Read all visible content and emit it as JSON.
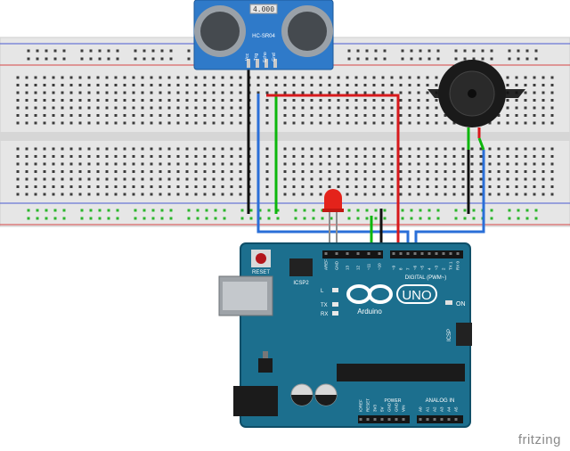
{
  "sensor": {
    "display": "4.000",
    "model": "HC-SR04",
    "pins": [
      "Vcc",
      "Trig",
      "Echo",
      "Gnd"
    ]
  },
  "arduino": {
    "reset_label": "RESET",
    "icsp2_label": "ICSP2",
    "icsp_label": "ICSP",
    "logo_text": "UNO",
    "brand": "Arduino",
    "digital_label": "DIGITAL (PWM~)",
    "analog_label": "ANALOG IN",
    "power_label": "POWER",
    "led_labels": [
      "L",
      "TX",
      "RX"
    ],
    "on_label": "ON",
    "top_pin_labels": [
      "AREF",
      "GND",
      "13",
      "12",
      "~11",
      "~10",
      "~9",
      "8",
      "7",
      "~6",
      "~5",
      "4",
      "~3",
      "2",
      "TX 1",
      "RX 0"
    ],
    "power_pin_labels": [
      "IOREF",
      "RESET",
      "3V3",
      "5V",
      "GND",
      "GND",
      "VIN"
    ],
    "analog_pin_labels": [
      "A0",
      "A1",
      "A2",
      "A3",
      "A4",
      "A5"
    ]
  },
  "watermark": "fritzing",
  "colors": {
    "board": "#1c6f8e",
    "board_edge": "#0f4f68",
    "breadboard": "#e6e6e6",
    "wire_red": "#d7191c",
    "wire_green": "#0cb70c",
    "wire_blue": "#2a6fd8",
    "wire_black": "#111111",
    "sensor_blue": "#2f7ac9",
    "led": "#e4231b"
  }
}
